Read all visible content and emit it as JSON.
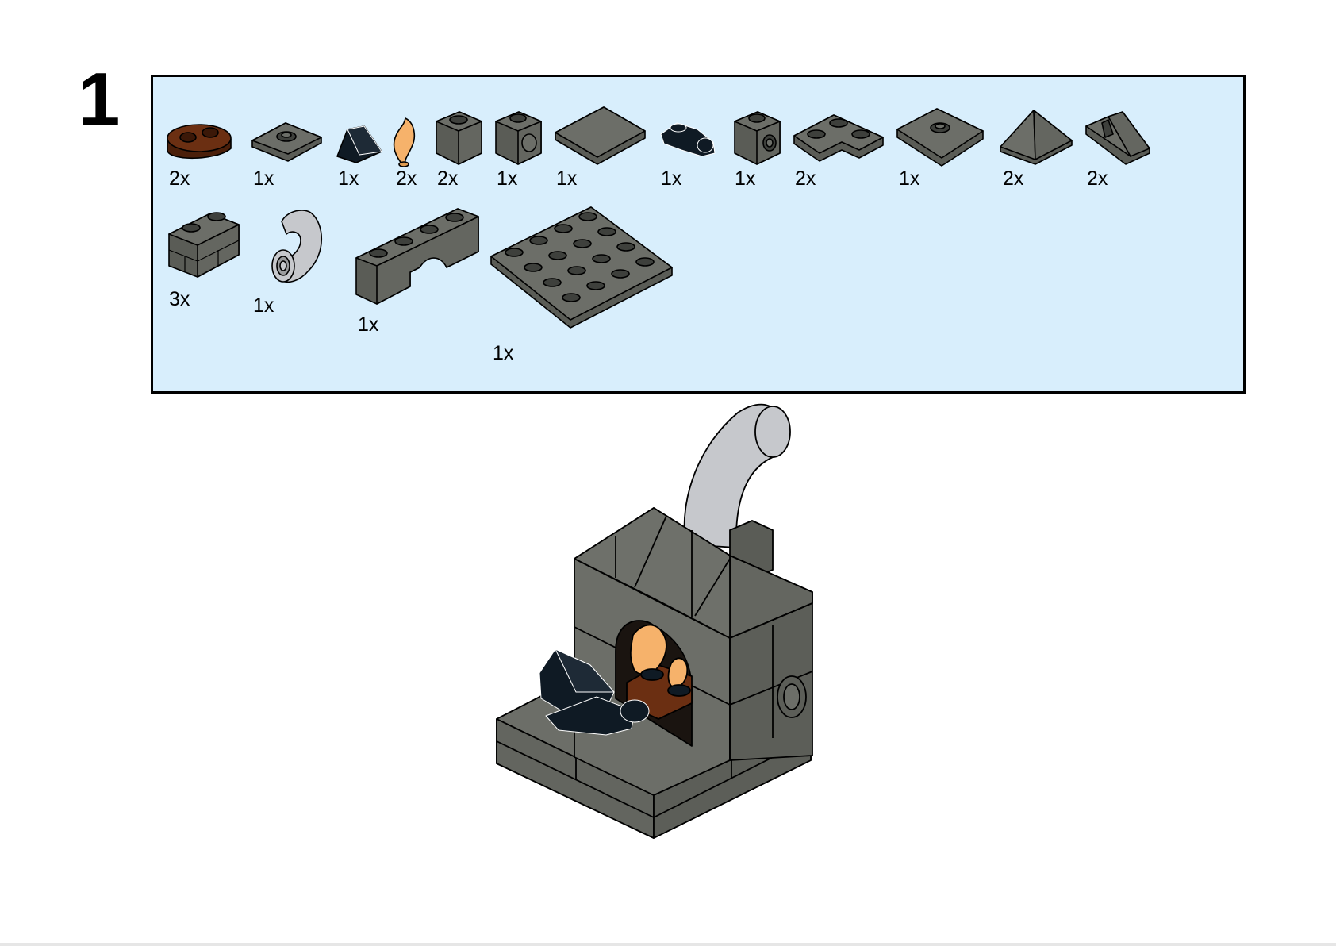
{
  "step": {
    "number": "1"
  },
  "parts_list": {
    "items": [
      {
        "id": "plate-1x2-round-brown",
        "color": "#6b2f12",
        "qty": "2x"
      },
      {
        "id": "plate-1x2-jumper",
        "color": "#6c6e68",
        "qty": "1x"
      },
      {
        "id": "slope-black",
        "color": "#0f1a24",
        "qty": "1x"
      },
      {
        "id": "flame-orange",
        "color": "#f6b26b",
        "qty": "2x"
      },
      {
        "id": "brick-1x1",
        "color": "#6c6e68",
        "qty": "2x"
      },
      {
        "id": "brick-1x1-technic-hole",
        "color": "#6c6e68",
        "qty": "1x"
      },
      {
        "id": "tile-2x2",
        "color": "#6c6e68",
        "qty": "1x"
      },
      {
        "id": "plate-clip-black",
        "color": "#0f1a24",
        "qty": "1x"
      },
      {
        "id": "brick-1x1-side-stud",
        "color": "#6c6e68",
        "qty": "1x"
      },
      {
        "id": "plate-corner-2x2",
        "color": "#6c6e68",
        "qty": "2x"
      },
      {
        "id": "plate-2x2-jumper",
        "color": "#6c6e68",
        "qty": "1x"
      },
      {
        "id": "slope-pyramid",
        "color": "#6c6e68",
        "qty": "2x"
      },
      {
        "id": "slope-cheese",
        "color": "#6c6e68",
        "qty": "2x"
      },
      {
        "id": "brick-masonry-1x2",
        "color": "#6c6e68",
        "qty": "3x"
      },
      {
        "id": "pipe-elbow-light-grey",
        "color": "#c6c8cc",
        "qty": "1x"
      },
      {
        "id": "arch-1x4",
        "color": "#6c6e68",
        "qty": "1x"
      },
      {
        "id": "plate-4x4",
        "color": "#6c6e68",
        "qty": "1x"
      }
    ]
  },
  "colors": {
    "panel_background": "#d8eefc",
    "dark_grey": "#6c6e68",
    "black": "#0f1a24",
    "brown": "#6b2f12",
    "flame": "#f6b26b",
    "light_grey": "#c6c8cc"
  }
}
